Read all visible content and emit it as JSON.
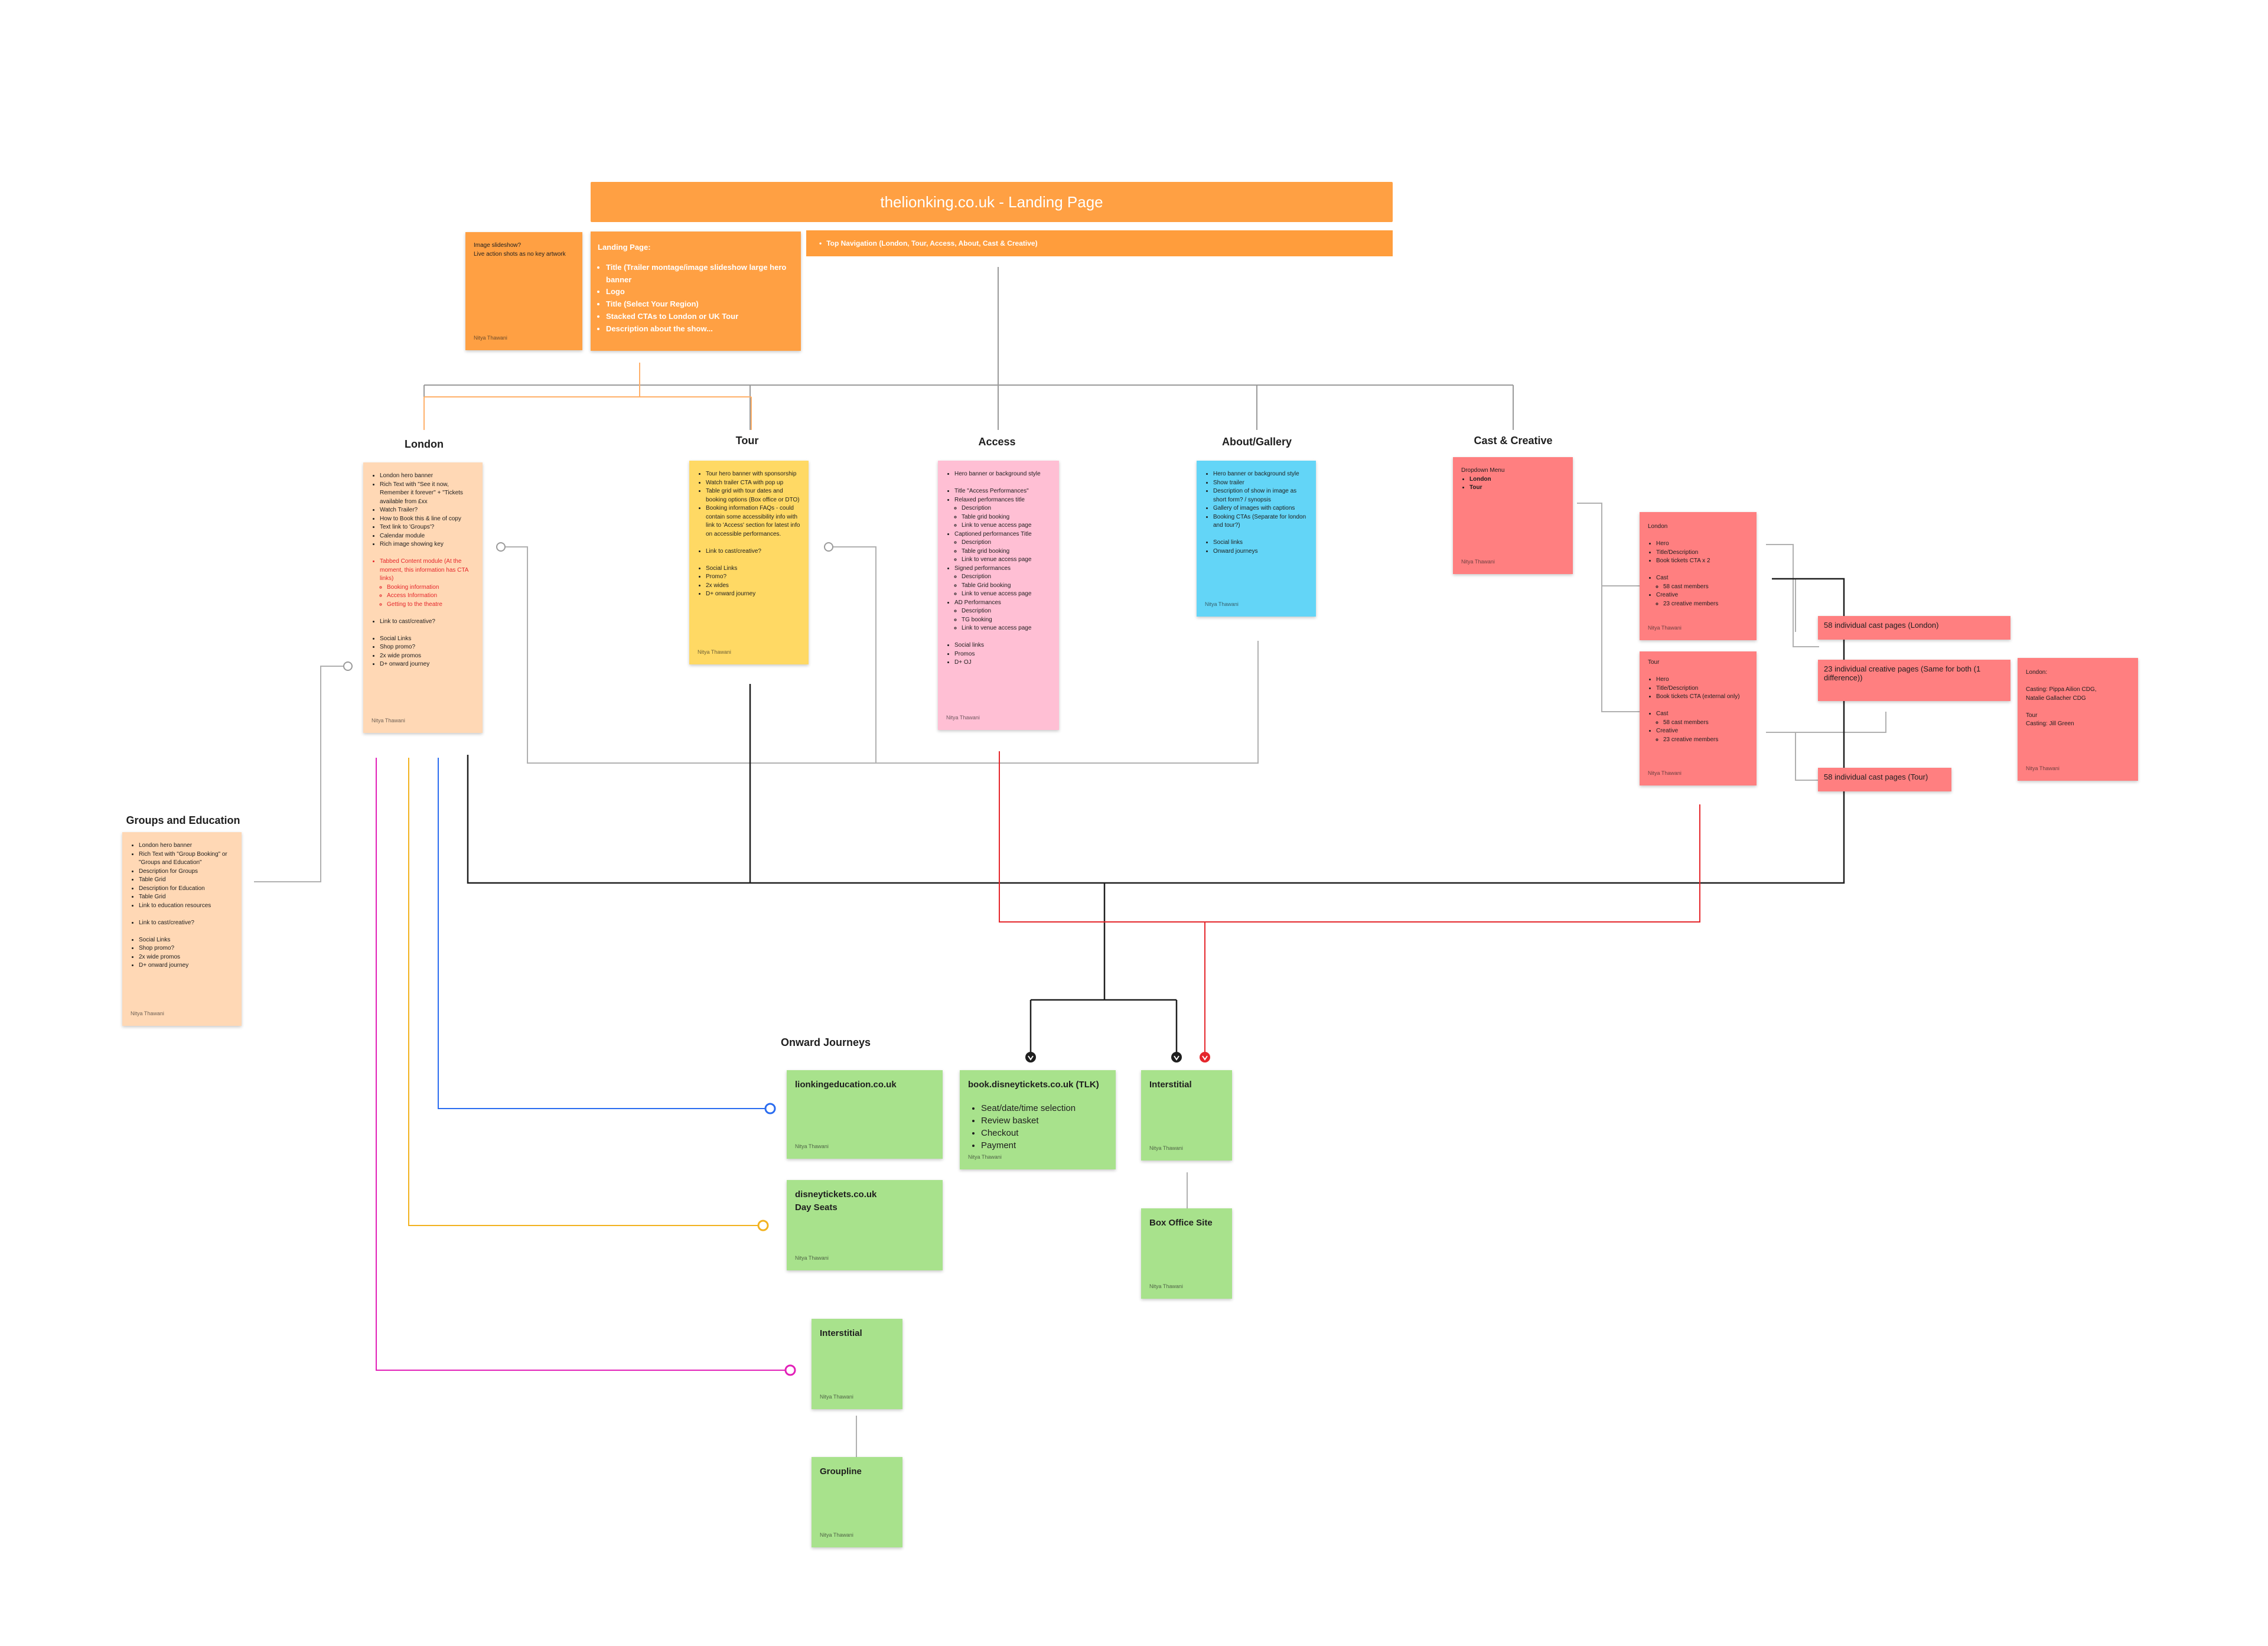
{
  "header": {
    "title": "thelionking.co.uk - Landing Page",
    "top_nav": "Top Navigation (London, Tour, Access, About, Cast & Creative)"
  },
  "author": "Nitya Thawani",
  "image_note": {
    "line1": "Image slideshow?",
    "line2": "Live action shots as no key artwork"
  },
  "landing_note": {
    "title": "Landing Page:",
    "items": [
      "Title (Trailer montage/image slideshow large hero banner",
      "Logo",
      "Title (Select Your Region)",
      "Stacked CTAs to London or UK Tour",
      "Description about the show..."
    ]
  },
  "sections": {
    "london": "London",
    "tour": "Tour",
    "access": "Access",
    "about": "About/Gallery",
    "cast": "Cast & Creative",
    "groups": "Groups and Education",
    "onward": "Onward Journeys"
  },
  "london_note": {
    "items_a": [
      "London hero banner",
      "Rich Text with \"See it now, Remember it forever\" + \"Tickets available from £xx",
      "Watch Trailer?",
      "How to Book this & line of copy",
      "Text link to 'Groups'?",
      "Calendar module",
      "Rich image showing key"
    ],
    "tabbed": "Tabbed Content module (At the moment, this information has CTA links)",
    "tabbed_sub": [
      "Booking information",
      "Access Information",
      "Getting to the theatre"
    ],
    "items_b": [
      "Link to cast/creative?"
    ],
    "items_c": [
      "Social Links",
      "Shop promo?",
      "2x wide promos",
      "D+ onward journey"
    ]
  },
  "tour_note": {
    "items_a": [
      "Tour hero banner with sponsorship",
      "Watch trailer CTA with pop up",
      "Table grid with tour dates and booking options (Box office or DTO)",
      "Booking information FAQs - could contain some accessibility info with link to 'Access' section for latest info on accessible performances."
    ],
    "items_b": [
      "Link to cast/creative?"
    ],
    "items_c": [
      "Social Links",
      "Promo?",
      "2x wides",
      "D+ onward journey"
    ]
  },
  "access_note": {
    "items_a": [
      "Hero banner or background style"
    ],
    "items_b": [
      {
        "label": "Title \"Access Performances\"",
        "sub": []
      },
      {
        "label": "Relaxed performances title",
        "sub": [
          "Description",
          "Table grid booking",
          "Link to venue access page"
        ]
      },
      {
        "label": "Captioned performances Title",
        "sub": [
          "Description",
          "Table grid booking",
          "Link to venue access page"
        ]
      },
      {
        "label": "Signed performances",
        "sub": [
          "Description",
          "Table Grid booking",
          "Link to venue access page"
        ]
      },
      {
        "label": "AD Performances",
        "sub": [
          "Description",
          "TG booking",
          "Link to venue access page"
        ]
      }
    ],
    "items_c": [
      "Social links",
      "Promos",
      "D+ OJ"
    ]
  },
  "about_note": {
    "items_a": [
      "Hero banner or background style",
      "Show trailer",
      "Description of show in image as short form? / synopsis",
      "Gallery of images with captions",
      "Booking CTAs (Separate for london and tour?)"
    ],
    "items_b": [
      "Social links",
      "Onward journeys"
    ]
  },
  "cast_note": {
    "title": "Dropdown Menu",
    "items": [
      "London",
      "Tour"
    ]
  },
  "cast_london": {
    "title": "London",
    "items": [
      {
        "label": "Hero",
        "sub": []
      },
      {
        "label": "Title/Description",
        "sub": []
      },
      {
        "label": "Book tickets CTA x 2",
        "sub": []
      }
    ],
    "items_b": [
      {
        "label": "Cast",
        "sub": [
          "58 cast members"
        ]
      },
      {
        "label": "Creative",
        "sub": [
          "23 creative members"
        ]
      }
    ]
  },
  "cast_tour": {
    "title": "Tour",
    "items": [
      {
        "label": "Hero",
        "sub": []
      },
      {
        "label": "Title/Description",
        "sub": []
      },
      {
        "label": "Book tickets CTA (external only)",
        "sub": []
      }
    ],
    "items_b": [
      {
        "label": "Cast",
        "sub": [
          "58 cast members"
        ]
      },
      {
        "label": "Creative",
        "sub": [
          "23 creative members"
        ]
      }
    ]
  },
  "tags": {
    "cast_london": "58 individual cast pages (London)",
    "creative": "23 individual creative pages (Same for both (1 difference))",
    "cast_tour": "58 individual cast pages (Tour)"
  },
  "casting_note": {
    "london_title": "London:",
    "london_lines": [
      "Casting: Pippa Ailion CDG,",
      "Natalie Gallacher CDG"
    ],
    "tour_title": "Tour",
    "tour_lines": [
      "Casting: Jill Green"
    ]
  },
  "groups_note": {
    "items_a": [
      "London hero banner",
      "Rich Text with \"Group Booking\" or \"Groups and Education\"",
      "Description for Groups",
      "Table Grid",
      "Description for Education",
      "Table Grid",
      "Link to education resources"
    ],
    "items_b": [
      "Link to cast/creative?"
    ],
    "items_c": [
      "Social Links",
      "Shop promo?",
      "2x wide promos",
      "D+ onward journey"
    ]
  },
  "onward": {
    "lionkingeducation": "lionkingeducation.co.uk",
    "tlk_title": "book.disneytickets.co.uk (TLK)",
    "tlk_items": [
      "Seat/date/time selection",
      "Review basket",
      "Checkout",
      "Payment"
    ],
    "interstitial": "Interstitial",
    "box_office": "Box Office Site",
    "dayseats_line1": "disneytickets.co.uk",
    "dayseats_line2": "Day Seats",
    "interstitial2": "Interstitial",
    "groupline": "Groupline"
  },
  "colors": {
    "orange": "#ffa043",
    "peach": "#ffd8b5",
    "yellow": "#ffd964",
    "pink": "#ffbfd4",
    "blue": "#63d5f7",
    "red": "#ff7f80",
    "green": "#a8e28c",
    "wire_blue": "#2a6cf0",
    "wire_yellow": "#f2b21f",
    "wire_magenta": "#e21fb8",
    "wire_red": "#e5262b"
  }
}
